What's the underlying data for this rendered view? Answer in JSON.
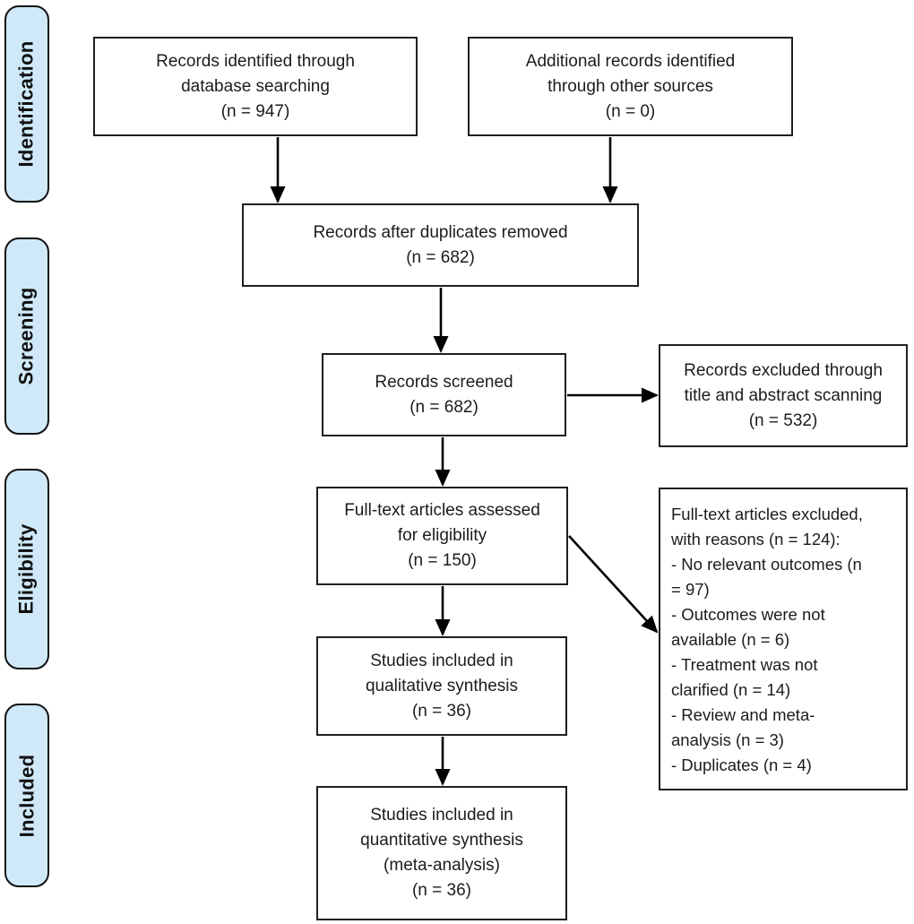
{
  "diagram": {
    "type": "prisma-flow",
    "stages": [
      {
        "label": "Identification"
      },
      {
        "label": "Screening"
      },
      {
        "label": "Eligibility"
      },
      {
        "label": "Included"
      }
    ],
    "boxes": {
      "db_search": {
        "text": "Records identified through\ndatabase searching\n(n = 947)"
      },
      "other_sources": {
        "text": "Additional records identified\nthrough other sources\n(n = 0)"
      },
      "dedup": {
        "text": "Records after duplicates removed\n(n = 682)"
      },
      "screened": {
        "text": "Records screened\n(n = 682)"
      },
      "excluded_screening": {
        "text": "Records excluded through\ntitle and abstract scanning\n(n = 532)"
      },
      "fulltext_assessed": {
        "text": "Full-text articles assessed\nfor eligibility\n(n = 150)"
      },
      "excluded_fulltext": {
        "text": "Full-text articles excluded,\nwith reasons (n = 124):\n- No relevant outcomes (n\n= 97)\n- Outcomes were not\navailable (n = 6)\n- Treatment was not\nclarified (n = 14)\n- Review and meta-\nanalysis (n = 3)\n- Duplicates (n = 4)"
      },
      "qualitative": {
        "text": "Studies included in\nqualitative synthesis\n(n = 36)"
      },
      "quantitative": {
        "text": "Studies included in\nquantitative synthesis\n(meta-analysis)\n(n = 36)"
      }
    },
    "counts": {
      "identified_database": 947,
      "identified_other": 0,
      "after_duplicates": 682,
      "screened": 682,
      "excluded_screening": 532,
      "fulltext_assessed": 150,
      "excluded_fulltext_total": 124,
      "excluded_no_relevant_outcomes": 97,
      "excluded_outcomes_not_available": 6,
      "excluded_treatment_not_clarified": 14,
      "excluded_review_meta_analysis": 3,
      "excluded_duplicates": 4,
      "qualitative_synthesis": 36,
      "quantitative_synthesis": 36
    },
    "colors": {
      "stage_fill": "#cfe9f8",
      "stage_border": "#111111",
      "box_border": "#1f1f1f",
      "arrow": "#000000",
      "background": "#ffffff"
    }
  }
}
